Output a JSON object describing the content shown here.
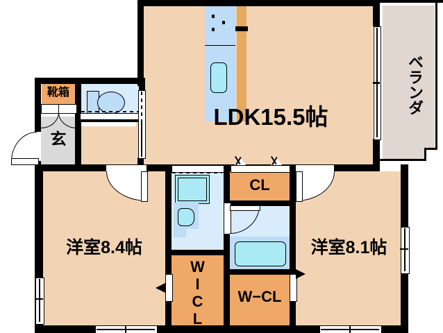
{
  "plan": {
    "title": "間取り図",
    "type": "floor-plan",
    "layout_code": "2LDK"
  },
  "rooms": [
    {
      "id": "ldk",
      "label": "LDK15.5帖",
      "kind": "living-dining-kitchen",
      "size_jo": 15.5
    },
    {
      "id": "washitsu_left",
      "label": "洋室8.4帖",
      "kind": "western-bedroom",
      "size_jo": 8.4
    },
    {
      "id": "washitsu_right",
      "label": "洋室8.1帖",
      "kind": "western-bedroom",
      "size_jo": 8.1
    },
    {
      "id": "veranda",
      "label": "ベランダ",
      "kind": "balcony"
    },
    {
      "id": "genkan",
      "label": "玄",
      "kind": "entrance"
    },
    {
      "id": "kutsubako",
      "label": "靴箱",
      "kind": "shoe-cabinet"
    },
    {
      "id": "closet_cl",
      "label": "CL",
      "kind": "closet"
    },
    {
      "id": "closet_wcl",
      "label": "W−CL",
      "kind": "walk-in-closet"
    },
    {
      "id": "closet_wicl",
      "label": "WICL",
      "kind": "walk-in-closet"
    }
  ],
  "fixtures": [
    {
      "id": "kitchen-stove",
      "name": "stove",
      "burners": 3
    },
    {
      "id": "kitchen-sink",
      "name": "sink"
    },
    {
      "id": "kitchen-counter",
      "name": "counter"
    },
    {
      "id": "toilet",
      "name": "toilet"
    },
    {
      "id": "bathtub",
      "name": "bathtub"
    },
    {
      "id": "vanity-mirror",
      "name": "mirror-cabinet"
    },
    {
      "id": "wash-basin",
      "name": "wash-basin"
    }
  ],
  "colors": {
    "wall": "#000000",
    "floor": "#f2d4b4",
    "closet": "#f0a868",
    "wet_area": "#d9ecfb",
    "wet_area_deep": "#bcdcf7",
    "tub": "#a9eaf5",
    "veranda": "#e0d8d0",
    "entrance": "#d9d9d9",
    "counter": "#e5a95f"
  }
}
